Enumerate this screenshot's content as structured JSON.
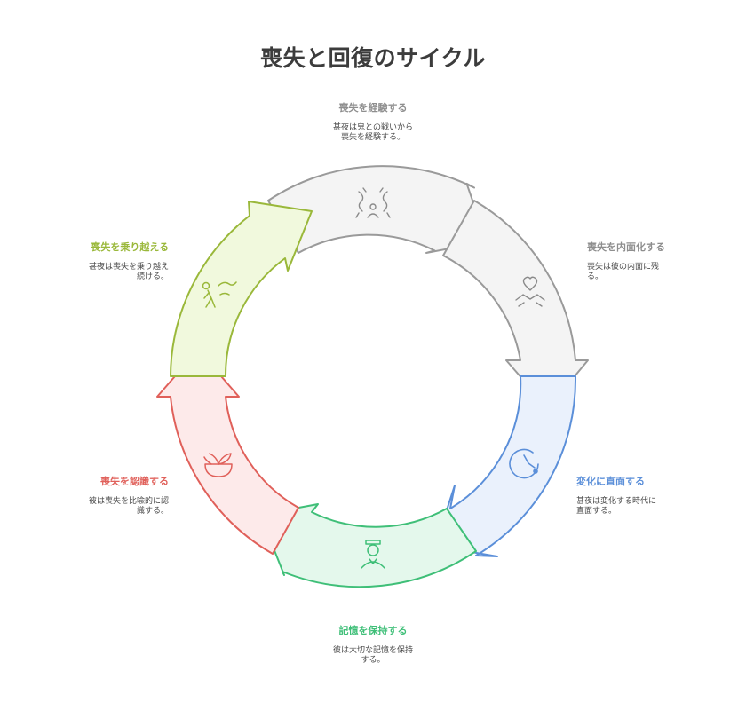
{
  "title": "喪失と回復のサイクル",
  "colors": {
    "gray": "#9a9a9a",
    "blue": "#5b8fd9",
    "green": "#3fbf78",
    "red": "#e0605a",
    "olive": "#9ab83a"
  },
  "steps": [
    {
      "title": "喪失を経験する",
      "desc": [
        "甚夜は鬼との戦いから",
        "喪失を経験する。"
      ],
      "icon": "heartbreak-people-icon"
    },
    {
      "title": "喪失を内面化する",
      "desc": [
        "喪失は彼の内面に残",
        "る。"
      ],
      "icon": "hands-heart-icon"
    },
    {
      "title": "変化に直面する",
      "desc": [
        "甚夜は変化する時代に",
        "直面する。"
      ],
      "icon": "clock-icon"
    },
    {
      "title": "記憶を保持する",
      "desc": [
        "彼は大切な記憶を保持",
        "する。"
      ],
      "icon": "sailor-person-icon"
    },
    {
      "title": "喪失を認識する",
      "desc": [
        "彼は喪失を比喩的に認",
        "識する。"
      ],
      "icon": "plant-bowl-icon"
    },
    {
      "title": "喪失を乗り越える",
      "desc": [
        "甚夜は喪失を乗り越え",
        "続ける。"
      ],
      "icon": "walking-person-icon"
    }
  ]
}
